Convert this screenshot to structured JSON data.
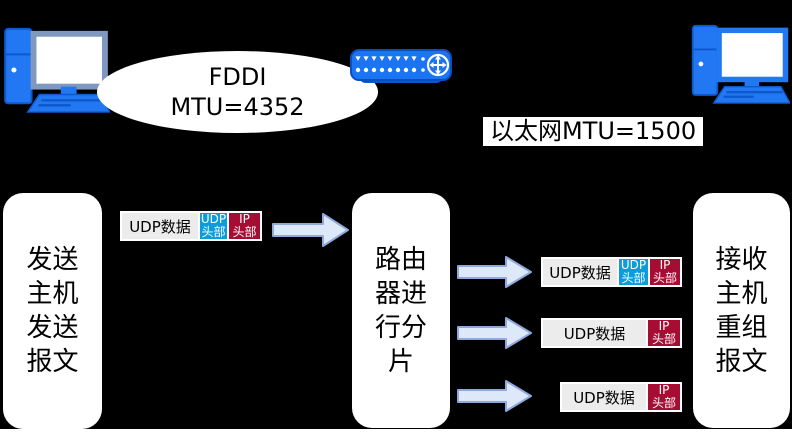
{
  "colors": {
    "background": "#000000",
    "accent_blue": "#2178F2",
    "device_outline": "#0D59CC",
    "udp_header_fill": "#0B9DDB",
    "ip_header_fill": "#A60D33",
    "data_segment_fill": "#ECECEC",
    "arrow_fill": "#DDE8F8",
    "arrow_outline": "#90A9DD"
  },
  "fddi_cloud": {
    "line1": "FDDI",
    "line2": "MTU=4352"
  },
  "ethernet_label": "以太网MTU=1500",
  "nodes": {
    "sender": {
      "lines": [
        "发送",
        "主机",
        "发送",
        "报文"
      ]
    },
    "router": {
      "lines": [
        "路由",
        "器进",
        "行分",
        "片"
      ]
    },
    "receiver": {
      "lines": [
        "接收",
        "主机",
        "重组",
        "报文"
      ]
    }
  },
  "packets": {
    "original": {
      "segments": [
        {
          "kind": "data",
          "label": "UDP数据"
        },
        {
          "kind": "udp-header",
          "line1": "UDP",
          "line2": "头部"
        },
        {
          "kind": "ip-header",
          "line1": "IP",
          "line2": "头部"
        }
      ]
    },
    "fragment1": {
      "segments": [
        {
          "kind": "data",
          "label": "UDP数据"
        },
        {
          "kind": "udp-header",
          "line1": "UDP",
          "line2": "头部"
        },
        {
          "kind": "ip-header",
          "line1": "IP",
          "line2": "头部"
        }
      ]
    },
    "fragment2": {
      "segments": [
        {
          "kind": "data",
          "label": "UDP数据"
        },
        {
          "kind": "ip-header",
          "line1": "IP",
          "line2": "头部"
        }
      ]
    },
    "fragment3": {
      "segments": [
        {
          "kind": "data",
          "label": "UDP数据"
        },
        {
          "kind": "ip-header",
          "line1": "IP",
          "line2": "头部"
        }
      ]
    }
  }
}
